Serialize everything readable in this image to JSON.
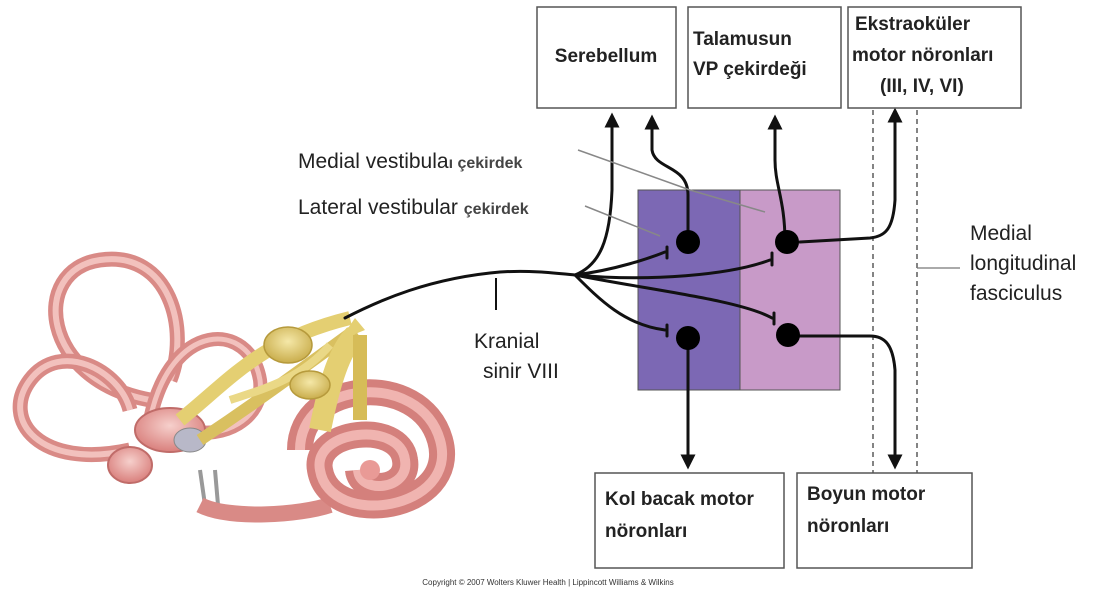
{
  "boxes": {
    "cerebellum": "Serebellum",
    "thalamus_line1": "Talamusun",
    "thalamus_line2": "VP çekirdeği",
    "extraocular_line1": "Ekstraoküler",
    "extraocular_line2": "motor nöronları",
    "extraocular_line3": "(III, IV, VI)",
    "limb_line1": "Kol bacak motor",
    "limb_line2": "nöronları",
    "neck_line1": "Boyun motor",
    "neck_line2": "nöronları"
  },
  "labels": {
    "medial_nucleus_a": "Medial vestibula",
    "medial_nucleus_b": "ı çekirdek",
    "lateral_nucleus_a": "Lateral vestibular ",
    "lateral_nucleus_b": "çekirdek",
    "cranial_line1": "Kranial",
    "cranial_line2": "sinir VIII",
    "mlf_line1": "Medial",
    "mlf_line2": "longitudinal",
    "mlf_line3": "fasciculus"
  },
  "copyright": "Copyright © 2007 Wolters Kluwer Health | Lippincott Williams & Wilkins",
  "colors": {
    "medial_nucleus": "#7c68b4",
    "lateral_nucleus": "#c89ac8",
    "ear_pink": "#e6a6a4",
    "ear_yellow": "#e4cf72"
  }
}
